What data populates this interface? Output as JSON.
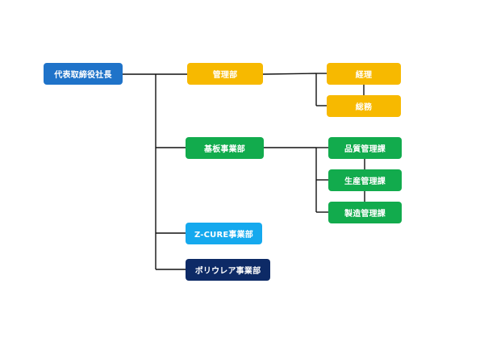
{
  "org": {
    "president": "代表取締役社長",
    "admin": "管理部",
    "accounting": "経理",
    "general_affairs": "総務",
    "substrate_division": "基板事業部",
    "quality_control": "品質管理課",
    "production_control": "生産管理課",
    "manufacturing_control": "製造管理課",
    "zcure_division": "Z-CURE事業部",
    "polyurea_division": "ポリウレア事業部"
  },
  "colors": {
    "president": "#1f73c9",
    "admin": "#f7b900",
    "substrate": "#12ab4d",
    "zcure": "#15a9ee",
    "polyurea": "#0d2a66",
    "connector": "#111111"
  }
}
